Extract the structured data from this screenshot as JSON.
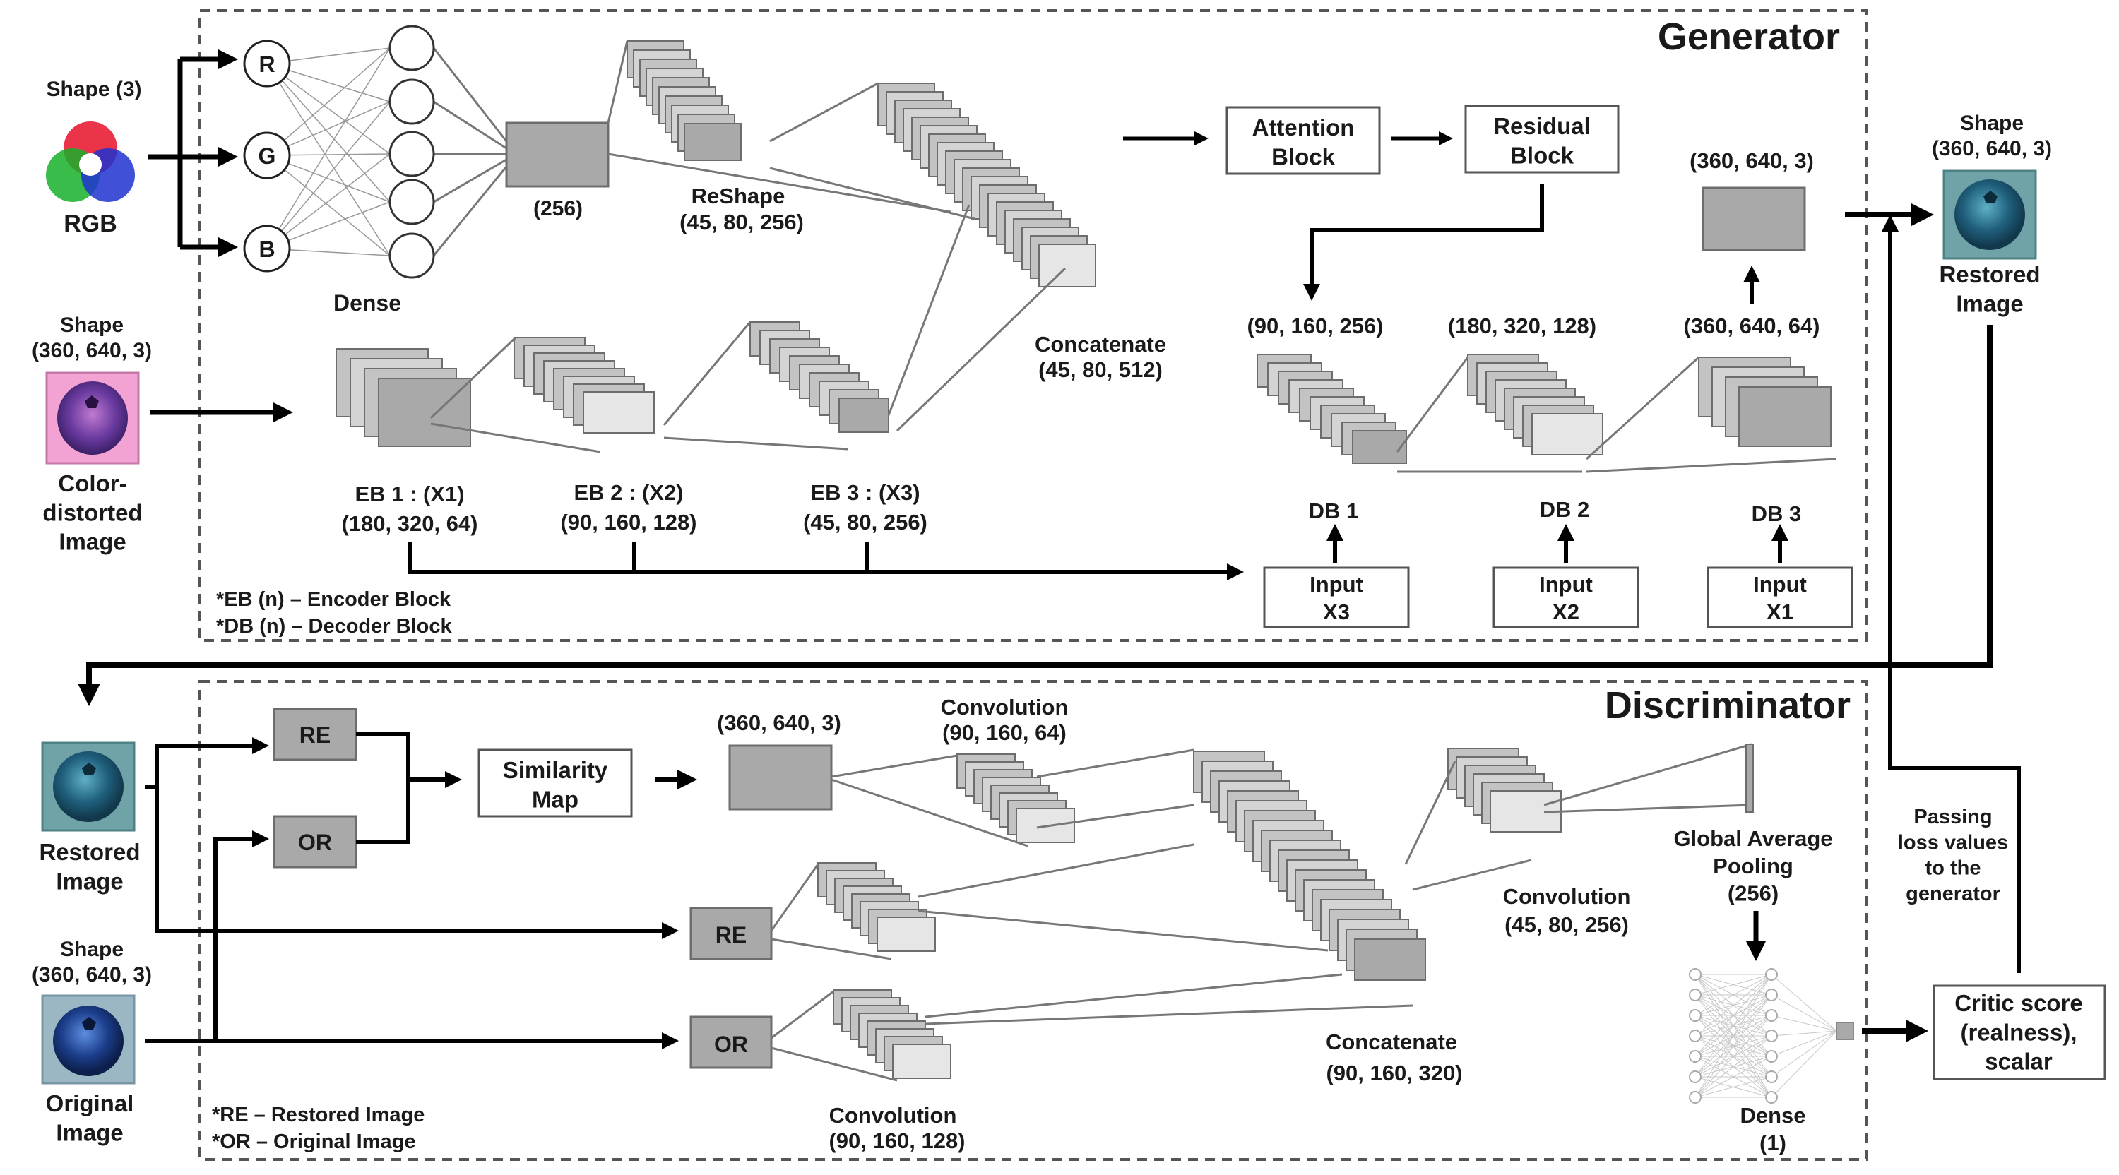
{
  "generator": {
    "title": "Generator",
    "rgb_shape": "Shape (3)",
    "rgb_label": "RGB",
    "channels": [
      "R",
      "G",
      "B"
    ],
    "dense_label": "Dense",
    "dense_size": "(256)",
    "reshape_label": "ReShape",
    "reshape_shape": "(45, 80, 256)",
    "concat_label": "Concatenate",
    "concat_shape": "(45, 80, 512)",
    "attention_label": "Attention\nBlock",
    "residual_label": "Residual\nBlock",
    "input_shape_line1": "Shape",
    "input_shape_line2": "(360, 640, 3)",
    "input_image_label": "Color-\ndistorted\nImage",
    "eb1_label": "EB 1 : (X1)",
    "eb1_shape": "(180, 320, 64)",
    "eb2_label": "EB 2 : (X2)",
    "eb2_shape": "(90, 160, 128)",
    "eb3_label": "EB 3 : (X3)",
    "eb3_shape": "(45, 80, 256)",
    "db1_shape": "(90, 160, 256)",
    "db2_shape": "(180, 320, 128)",
    "db3_shape": "(360, 640, 64)",
    "db1_label": "DB 1",
    "db2_label": "DB 2",
    "db3_label": "DB 3",
    "output_shape": "(360, 640, 3)",
    "input_x3": "Input\nX3",
    "input_x2": "Input\nX2",
    "input_x1": "Input\nX1",
    "note_eb": "*EB (n) – Encoder Block",
    "note_db": "*DB (n) – Decoder Block",
    "restored_shape_line1": "Shape",
    "restored_shape_line2": "(360, 640, 3)",
    "restored_label": "Restored\nImage"
  },
  "discriminator": {
    "title": "Discriminator",
    "restored_label": "Restored\nImage",
    "original_shape_line1": "Shape",
    "original_shape_line2": "(360, 640, 3)",
    "original_label": "Original\nImage",
    "re_label": "RE",
    "or_label": "OR",
    "similarity_label": "Similarity\nMap",
    "map_shape": "(360, 640, 3)",
    "conv1_label": "Convolution",
    "conv1_shape": "(90, 160, 64)",
    "conv2_label": "Convolution",
    "conv2_shape": "(90, 160, 128)",
    "concat_label": "Concatenate",
    "concat_shape": "(90, 160, 320)",
    "conv3_label": "Convolution",
    "conv3_shape": "(45, 80, 256)",
    "gap_label": "Global Average\nPooling\n(256)",
    "dense_label": "Dense\n(1)",
    "critic_label": "Critic score\n(realness),\nscalar",
    "passing_label": "Passing\nloss values\nto the\ngenerator",
    "note_re": "*RE – Restored Image",
    "note_or": "*OR – Original Image"
  },
  "colors": {
    "block_fill": "#a9a9a9",
    "block_edge": "#6d6d6d",
    "pale_fill": "#e6e6e6",
    "line": "#000000",
    "thin_line": "#777777",
    "dashed_border": "#555555",
    "distorted_tint": "#f2a3d4",
    "restored_tint": "#6fa3a8",
    "original_tint": "#9cb7c4"
  }
}
